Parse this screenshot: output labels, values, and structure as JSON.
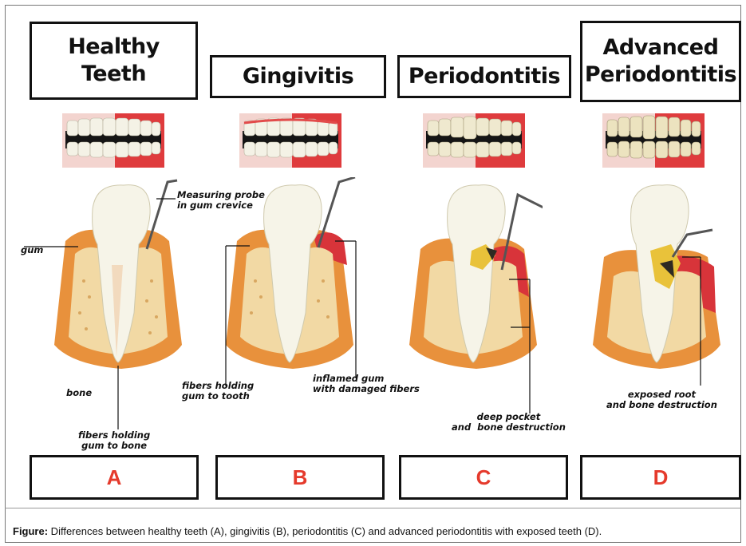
{
  "panels": [
    {
      "title": "Healthy\nTeeth",
      "letter": "A"
    },
    {
      "title": "Gingivitis",
      "letter": "B"
    },
    {
      "title": "Periodontitis",
      "letter": "C"
    },
    {
      "title": "Advanced\nPeriodontitis",
      "letter": "D"
    }
  ],
  "annotations": {
    "probe": "Measuring probe\nin gum crevice",
    "gum": "gum",
    "bone": "bone",
    "fibers_bone": "fibers holding\ngum to bone",
    "fibers_tooth": "fibers holding\ngum to tooth",
    "inflamed": "inflamed gum\nwith damaged fibers",
    "deep_pocket": "deep pocket\nand  bone destruction",
    "exposed_root": "exposed root\nand bone destruction"
  },
  "caption": {
    "label": "Figure:",
    "text": " Differences between healthy teeth (A), gingivitis (B), periodontitis (C) and advanced periodontitis with exposed teeth (D)."
  },
  "colors": {
    "letter": "#e53a2c",
    "gum": "#e88a3a",
    "inflamed": "#d8343a",
    "bone": "#f2d9a4",
    "tooth": "#f6f4e8"
  }
}
